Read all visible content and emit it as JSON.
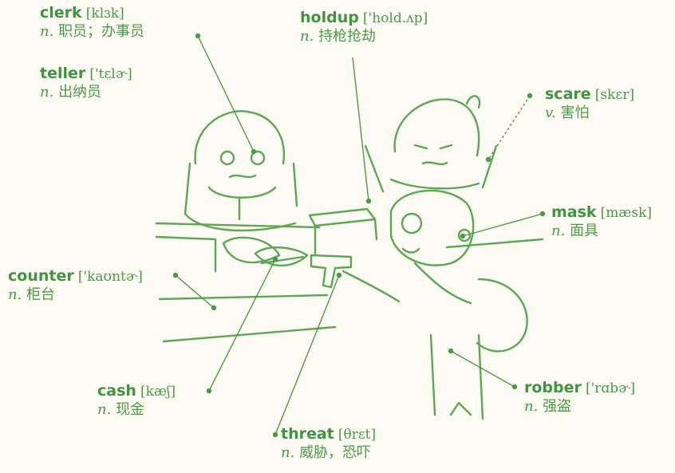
{
  "colors": {
    "accent": "#3f9540",
    "text": "#4a9a48",
    "background": "#fdfbf3"
  },
  "labels": {
    "clerk": {
      "word": "clerk",
      "ipa": "[klɜk]",
      "pos": "n.",
      "meaning": "职员；办事员"
    },
    "teller": {
      "word": "teller",
      "ipa": "['tɛlɚ]",
      "pos": "n.",
      "meaning": "出纳员"
    },
    "holdup": {
      "word": "holdup",
      "ipa": "['hold.ʌp]",
      "pos": "n.",
      "meaning": "持枪抢劫"
    },
    "scare": {
      "word": "scare",
      "ipa": "[skɛr]",
      "pos": "v.",
      "meaning": "害怕"
    },
    "mask": {
      "word": "mask",
      "ipa": "[mæsk]",
      "pos": "n.",
      "meaning": "面具"
    },
    "counter": {
      "word": "counter",
      "ipa": "['kaʊntɚ]",
      "pos": "n.",
      "meaning": "柜台"
    },
    "cash": {
      "word": "cash",
      "ipa": "[kæʃ]",
      "pos": "n.",
      "meaning": "现金"
    },
    "robber": {
      "word": "robber",
      "ipa": "['rɑbɚ]",
      "pos": "n.",
      "meaning": "强盗"
    },
    "threat": {
      "word": "threat",
      "ipa": "[θrɛt]",
      "pos": "n.",
      "meaning": "威胁，恐吓"
    }
  }
}
